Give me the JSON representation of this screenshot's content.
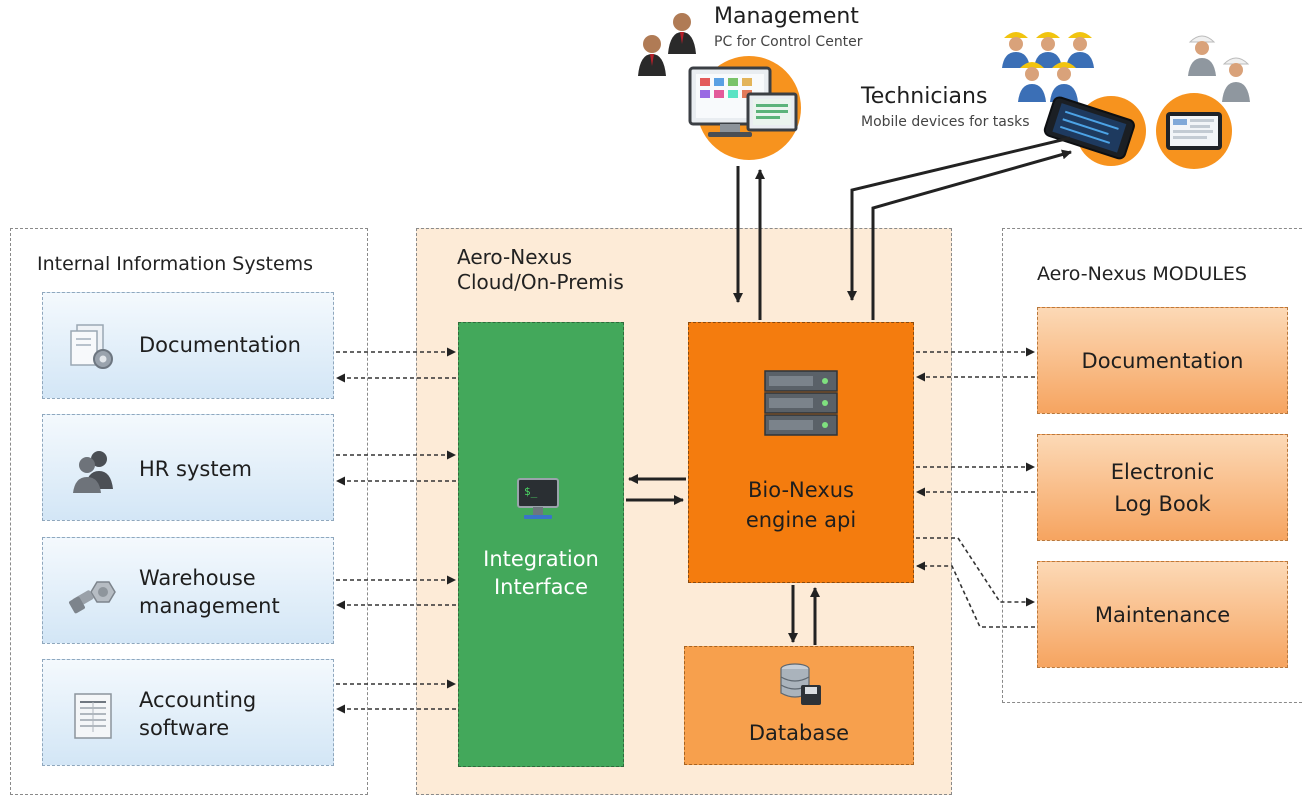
{
  "management": {
    "title": "Management",
    "subtitle": "PC for Control Center"
  },
  "technicians": {
    "title": "Technicians",
    "subtitle": "Mobile devices for tasks"
  },
  "internal": {
    "title": "Internal Information Systems",
    "items": [
      {
        "label": "Documentation",
        "icon": "documents-gear-icon"
      },
      {
        "label": "HR system",
        "icon": "users-icon"
      },
      {
        "label": "Warehouse\nmanagement",
        "icon": "bolt-nut-icon"
      },
      {
        "label": "Accounting\nsoftware",
        "icon": "ledger-icon"
      }
    ]
  },
  "cloud": {
    "title": "Aero-Nexus\nCloud/On-Premis",
    "integration_label": "Integration\nInterface",
    "engine_label": "Bio-Nexus\nengine api",
    "database_label": "Database"
  },
  "modules": {
    "title": "Aero-Nexus MODULES",
    "items": [
      "Documentation",
      "Electronic\nLog Book",
      "Maintenance"
    ]
  },
  "colors": {
    "integration": "#43a85b",
    "engine": "#f47c0e",
    "database": "#f7a04d",
    "module": "#f6a460",
    "internal_system": "#d3e6f6",
    "cloud_background": "#fdebd7"
  }
}
